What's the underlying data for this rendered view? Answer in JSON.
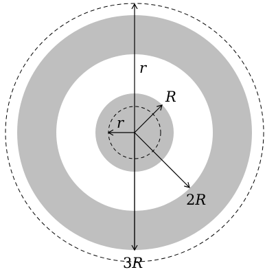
{
  "labels": {
    "r_outer": "r",
    "r_inner": "r",
    "R": "R",
    "two_R_num": "2",
    "two_R_sym": "R",
    "three_R_num": "3",
    "three_R_sym": "R"
  },
  "colors": {
    "shaded": "#bfbfbf",
    "stroke": "#000000",
    "background": "#ffffff"
  }
}
